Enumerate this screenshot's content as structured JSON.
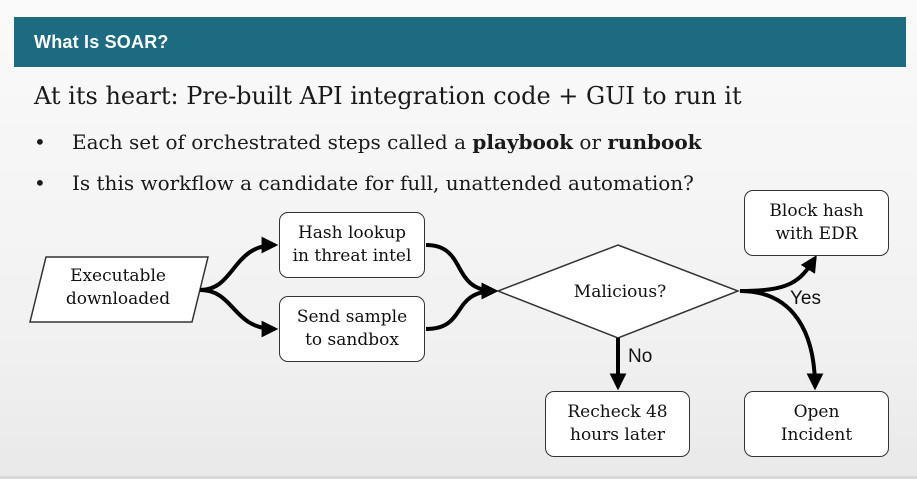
{
  "header": {
    "title": "What Is SOAR?"
  },
  "headline": "At its heart: Pre-built API integration code + GUI to run it",
  "bullets": {
    "b1": {
      "pre": "Each set of orchestrated steps called a ",
      "bold1": "playbook",
      "mid": " or ",
      "bold2": "runbook"
    },
    "b2": {
      "text": "Is this workflow a candidate for full, unattended automation?"
    }
  },
  "flow": {
    "start": {
      "line1": "Executable",
      "line2": "downloaded"
    },
    "hash_lookup": {
      "line1": "Hash lookup",
      "line2": "in threat intel"
    },
    "sandbox": {
      "line1": "Send sample",
      "line2": "to sandbox"
    },
    "decision": "Malicious?",
    "block": {
      "line1": "Block hash",
      "line2": "with EDR"
    },
    "recheck": {
      "line1": "Recheck 48",
      "line2": "hours later"
    },
    "incident": {
      "line1": "Open",
      "line2": "Incident"
    },
    "yes_label": "Yes",
    "no_label": "No"
  }
}
